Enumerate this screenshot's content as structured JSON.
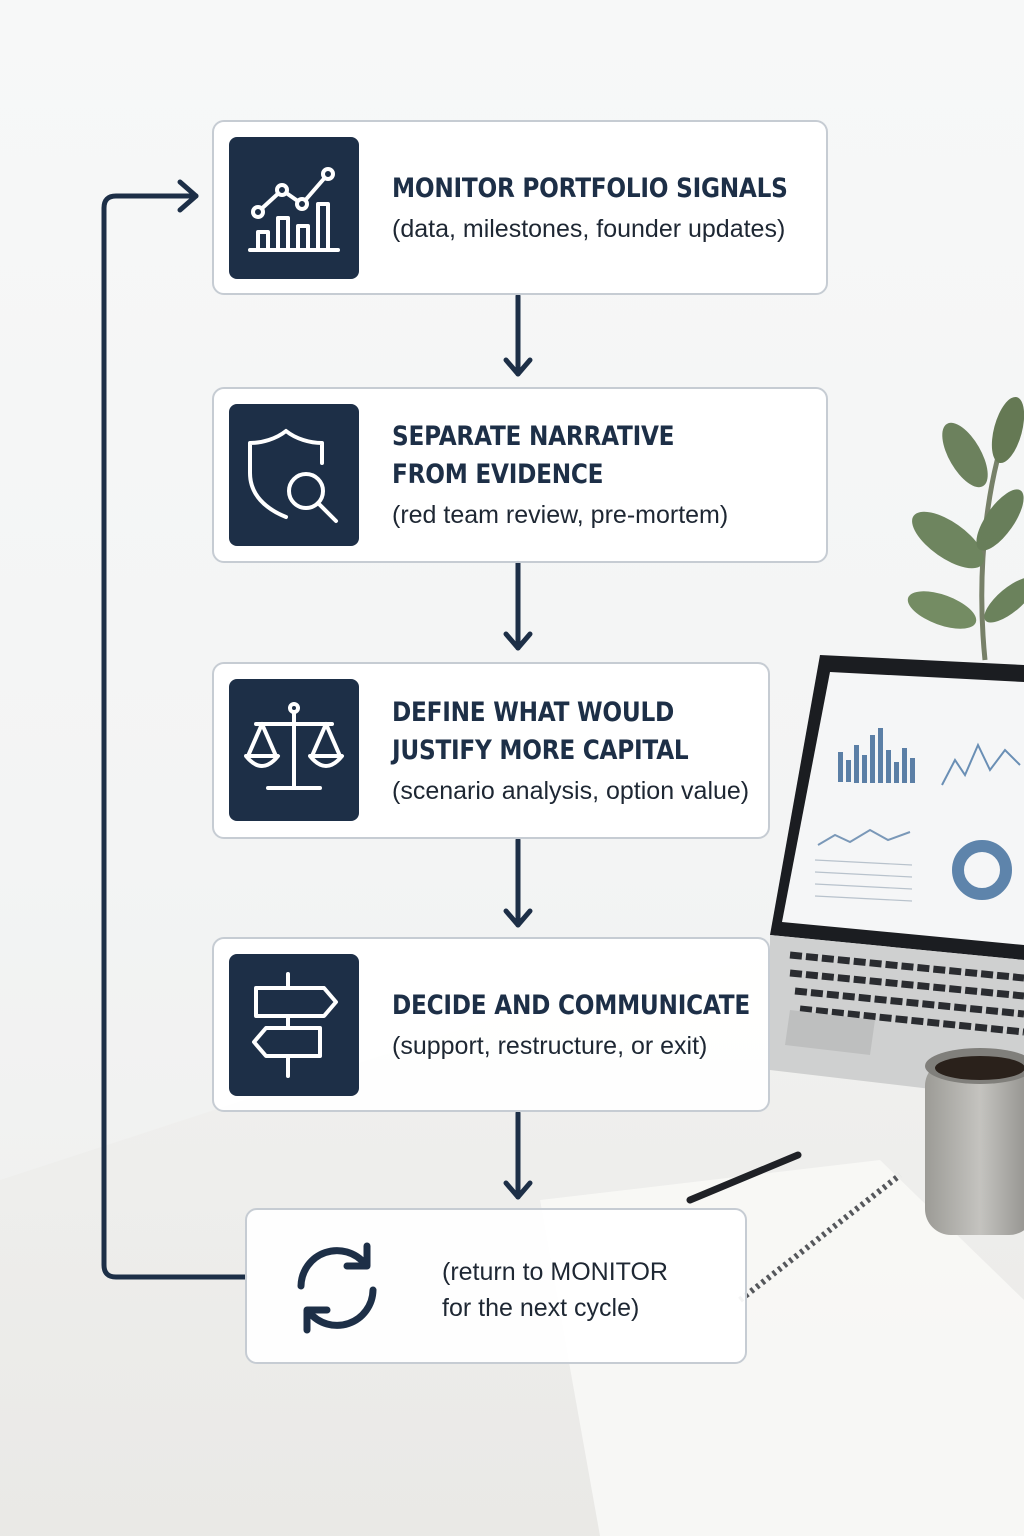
{
  "colors": {
    "tile": "#1d2f47",
    "title": "#1d2f47",
    "border": "#c6ccd3",
    "arrow": "#1d2f47"
  },
  "steps": [
    {
      "icon": "chart-growth-icon",
      "title": "MONITOR PORTFOLIO SIGNALS",
      "subtitle": "(data, milestones, founder updates)"
    },
    {
      "icon": "shield-search-icon",
      "title": "SEPARATE NARRATIVE\nFROM EVIDENCE",
      "subtitle": "(red team review, pre-mortem)"
    },
    {
      "icon": "balance-scale-icon",
      "title": "DEFINE WHAT WOULD\nJUSTIFY MORE CAPITAL",
      "subtitle": "(scenario analysis, option value)"
    },
    {
      "icon": "signpost-icon",
      "title": "DECIDE AND COMMUNICATE",
      "subtitle": "(support, restructure, or exit)"
    }
  ],
  "return_step": {
    "icon": "refresh-cycle-icon",
    "line1": "(return to MONITOR",
    "line2": "for the next cycle)"
  }
}
